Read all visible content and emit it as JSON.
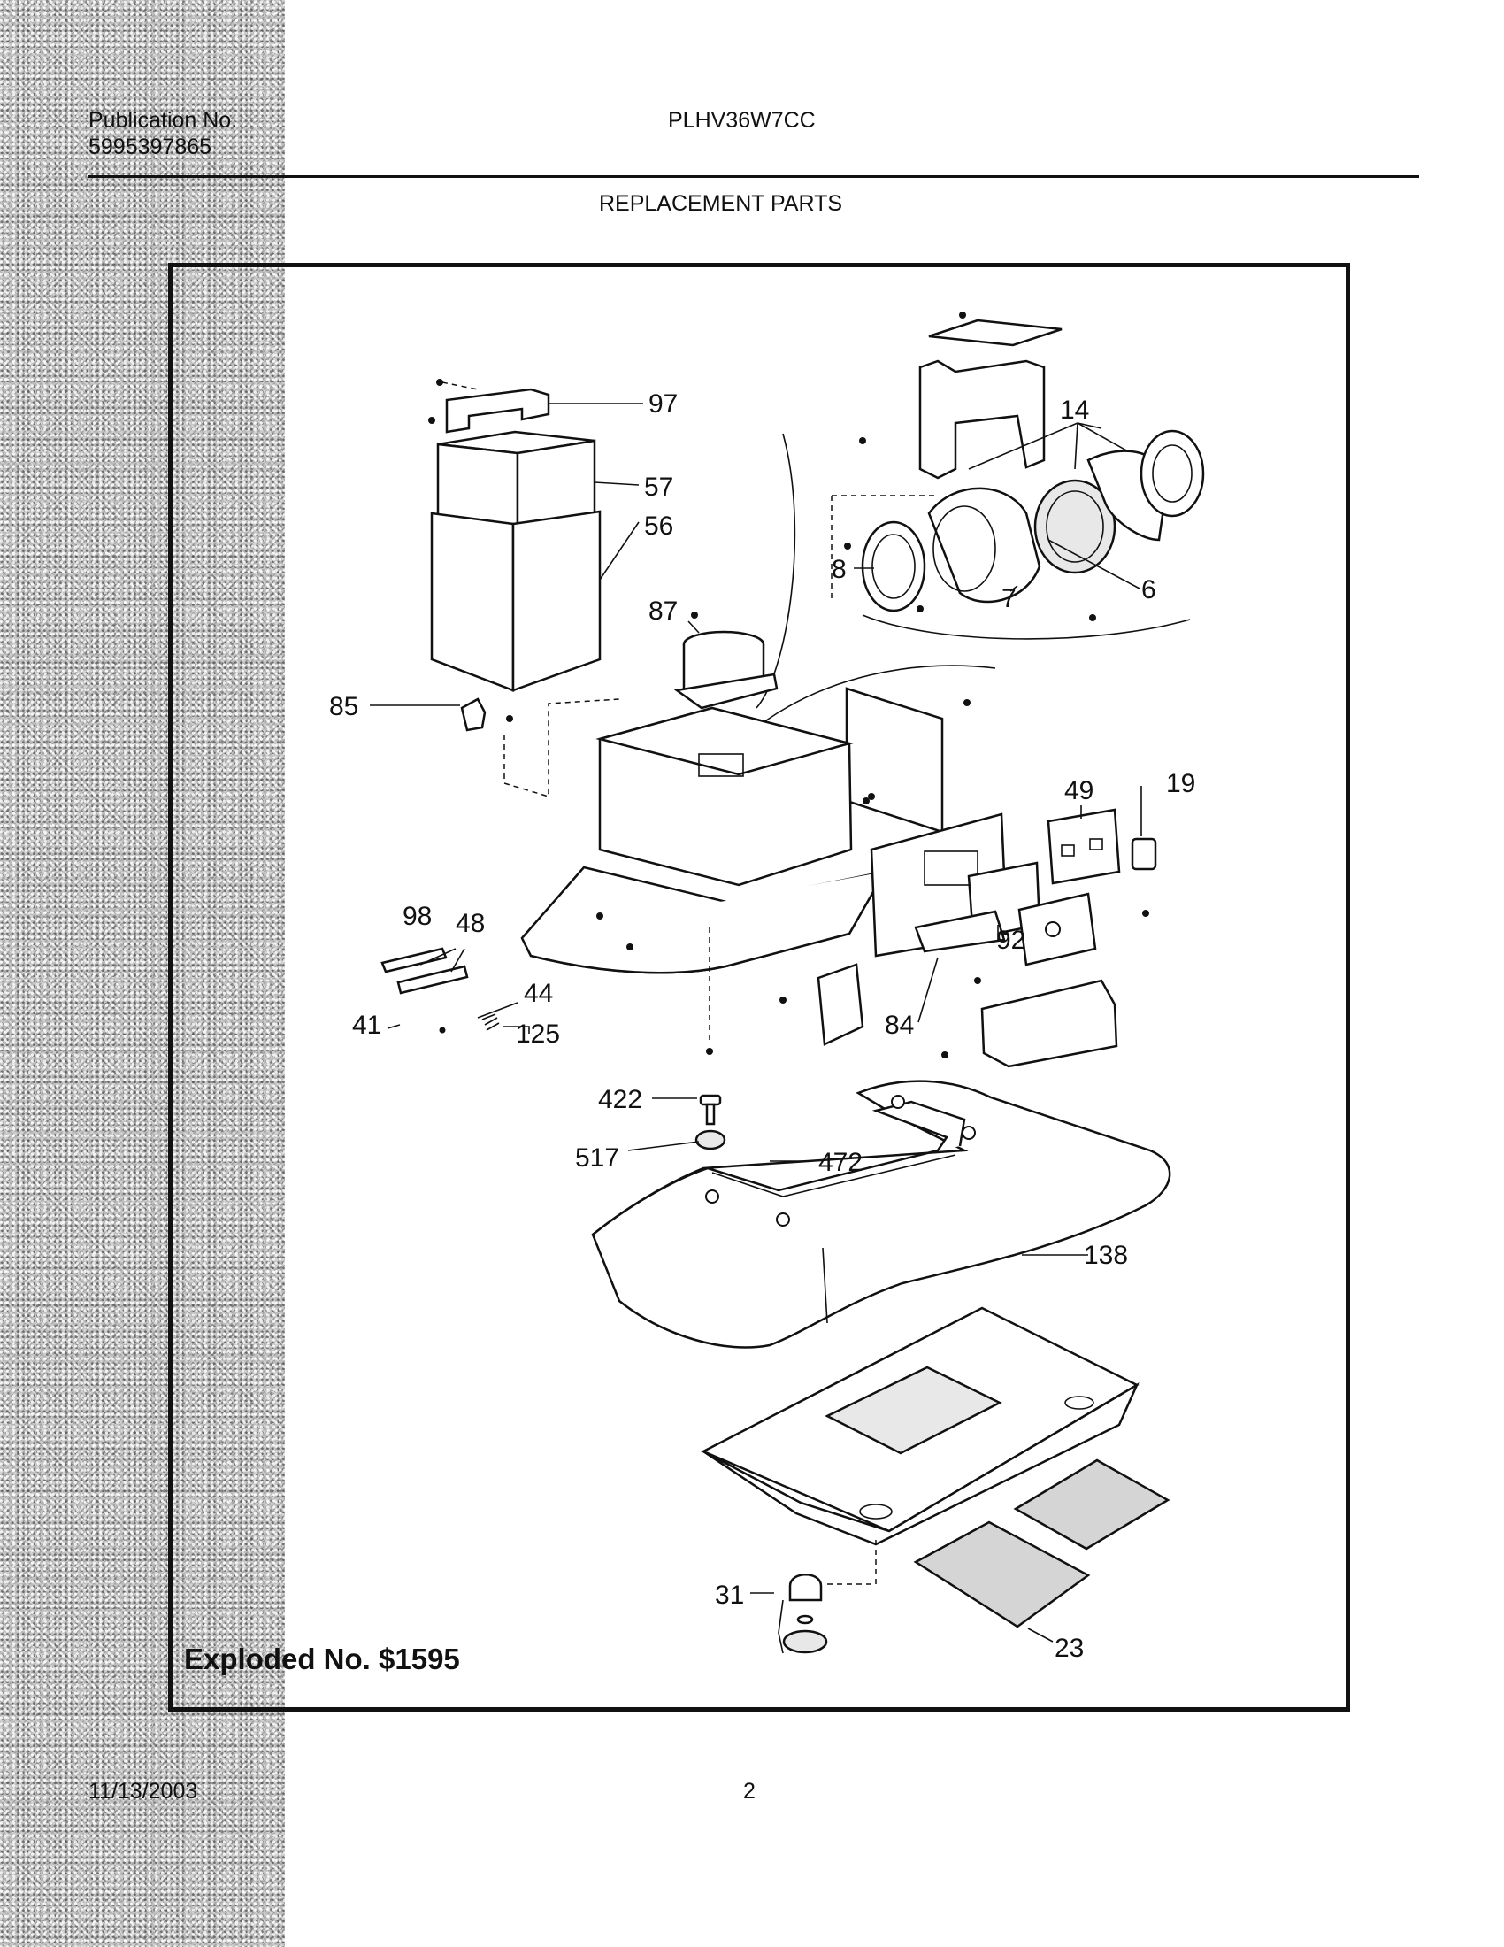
{
  "header": {
    "publication_label": "Publication No.",
    "publication_number": "5995397865",
    "model": "PLHV36W7CC",
    "section_title": "REPLACEMENT PARTS"
  },
  "diagram": {
    "callouts": {
      "c97": "97",
      "c57": "57",
      "c56": "56",
      "c87": "87",
      "c85": "85",
      "c14": "14",
      "c8": "8",
      "c7": "7",
      "c6": "6",
      "c49": "49",
      "c19": "19",
      "c98": "98",
      "c48": "48",
      "c44": "44",
      "c41": "41",
      "c125": "125",
      "c92": "92",
      "c84": "84",
      "c422": "422",
      "c517": "517",
      "c472": "472",
      "c138": "138",
      "c31": "31",
      "c23": "23"
    },
    "exploded_label": "Exploded No. $1595"
  },
  "footer": {
    "date": "11/13/2003",
    "page": "2"
  }
}
